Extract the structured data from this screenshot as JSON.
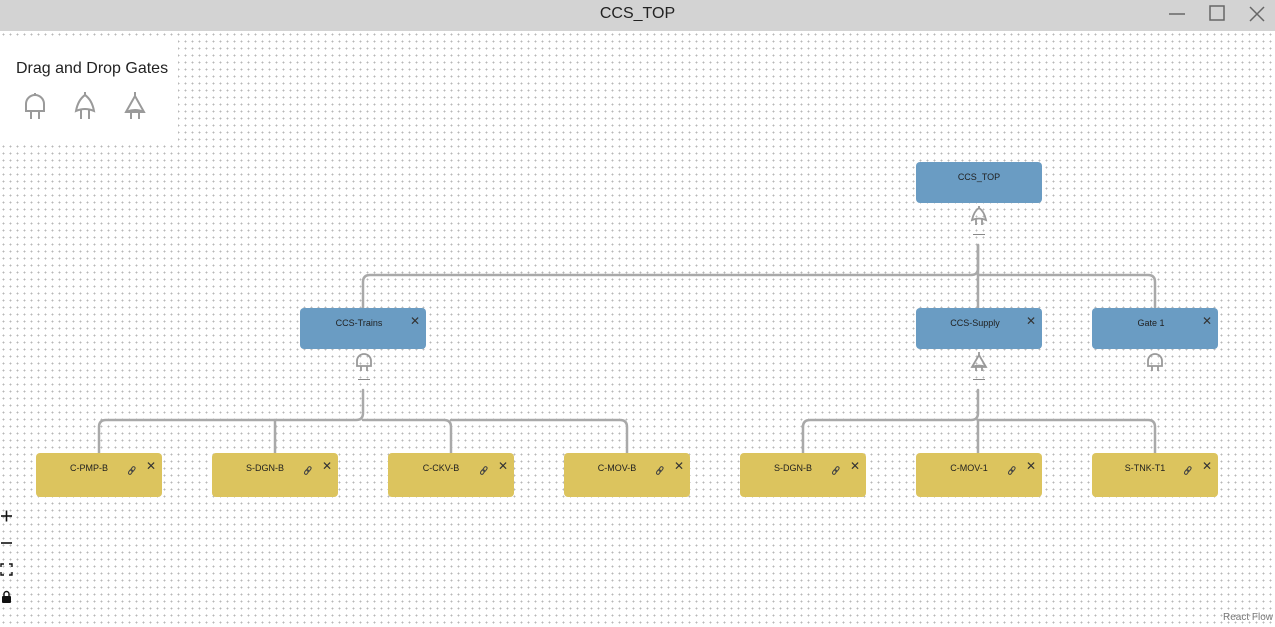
{
  "window": {
    "title": "CCS_TOP",
    "controls": [
      "minimize-icon",
      "maximize-icon",
      "close-icon"
    ]
  },
  "palette": {
    "heading": "Drag and Drop Gates",
    "gates": [
      "and-gate-icon",
      "or-gate-icon",
      "vote-gate-icon"
    ]
  },
  "nodes": {
    "top": {
      "label": "CCS_TOP",
      "gate": "or-gate-icon"
    },
    "ccs_trains": {
      "label": "CCS-Trains",
      "gate": "and-gate-icon"
    },
    "ccs_supply": {
      "label": "CCS-Supply",
      "gate": "vote-gate-icon"
    },
    "gate1": {
      "label": "Gate 1",
      "gate": "and-gate-icon"
    },
    "c_pmp_b": {
      "label": "C-PMP-B"
    },
    "s_dgn_b_1": {
      "label": "S-DGN-B"
    },
    "c_ckv_b": {
      "label": "C-CKV-B"
    },
    "c_mov_b": {
      "label": "C-MOV-B"
    },
    "s_dgn_b_2": {
      "label": "S-DGN-B"
    },
    "c_mov_1": {
      "label": "C-MOV-1"
    },
    "s_tnk_t1": {
      "label": "S-TNK-T1"
    }
  },
  "controls": [
    "zoom-in-icon",
    "zoom-out-icon",
    "fit-view-icon",
    "lock-icon"
  ],
  "attribution": "React Flow",
  "colors": {
    "gate_node": "#6a9cc3",
    "basic_event_node": "#dcc45e",
    "edge": "#a9a9a9",
    "titlebar": "#d3d3d3"
  }
}
